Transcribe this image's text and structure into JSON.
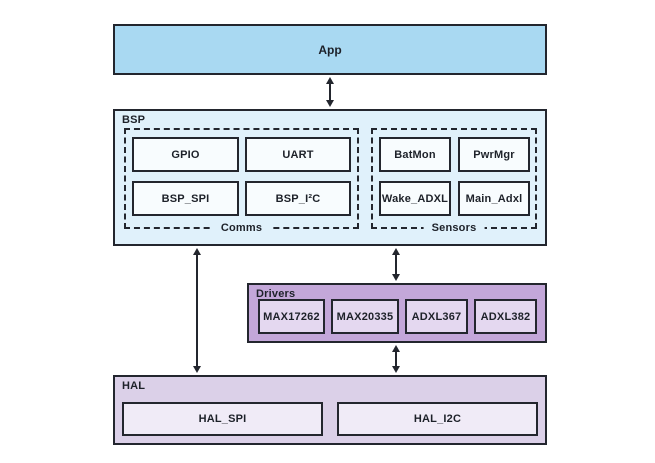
{
  "diagram": {
    "layers": {
      "app": {
        "label": "App"
      },
      "bsp": {
        "label": "BSP",
        "comms": {
          "label": "Comms",
          "items": [
            "GPIO",
            "UART",
            "BSP_SPI",
            "BSP_I²C"
          ]
        },
        "sensors": {
          "label": "Sensors",
          "items": [
            "BatMon",
            "PwrMgr",
            "Wake_ADXL",
            "Main_Adxl"
          ]
        }
      },
      "drivers": {
        "label": "Drivers",
        "items": [
          "MAX17262",
          "MAX20335",
          "ADXL367",
          "ADXL382"
        ]
      },
      "hal": {
        "label": "HAL",
        "items": [
          "HAL_SPI",
          "HAL_I2C"
        ]
      }
    },
    "connections": [
      {
        "from": "App",
        "to": "BSP",
        "type": "bidirectional"
      },
      {
        "from": "BSP",
        "to": "HAL",
        "type": "bidirectional"
      },
      {
        "from": "BSP",
        "to": "Drivers",
        "type": "bidirectional"
      },
      {
        "from": "Drivers",
        "to": "HAL",
        "type": "bidirectional"
      }
    ],
    "colors": {
      "app_fill": "#a9d9f2",
      "bsp_fill": "#e0f1fb",
      "bsp_item_fill": "#f8fcfe",
      "drivers_fill": "#c3a7d9",
      "drivers_item_fill": "#e4d8f0",
      "hal_fill": "#dbd0e8",
      "hal_item_fill": "#f0ebf7",
      "border": "#23262e",
      "background": "#ffffff"
    }
  }
}
